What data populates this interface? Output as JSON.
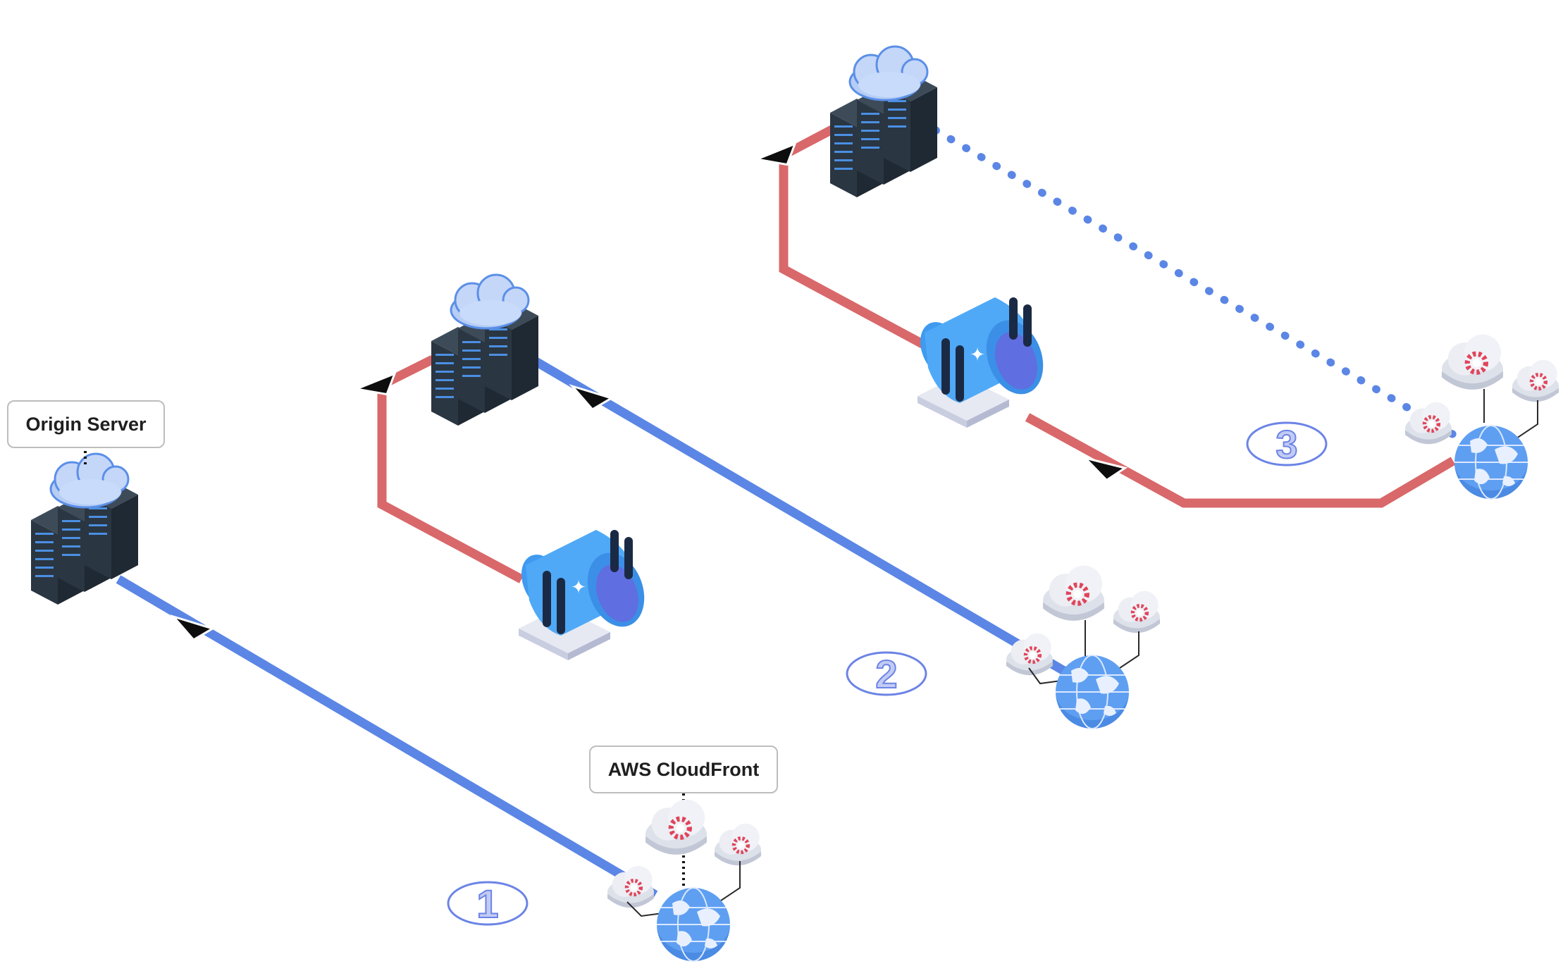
{
  "labels": {
    "origin_server": "Origin Server",
    "aws_cloudfront": "AWS CloudFront"
  },
  "steps": [
    "1",
    "2",
    "3"
  ],
  "colors": {
    "request_line": "#5b86e5",
    "firewall_line": "#d9686a",
    "server_body": "#2d3a47",
    "cloud": "#b7cdf4",
    "firewall": "#4fa9f7",
    "globe": "#5f9ff2",
    "gear": "#e0455a"
  },
  "icons": [
    "server-rack-icon",
    "cloud-icon",
    "firewall-icon",
    "globe-icon",
    "edge-cloud-icon",
    "arrowhead-icon"
  ]
}
